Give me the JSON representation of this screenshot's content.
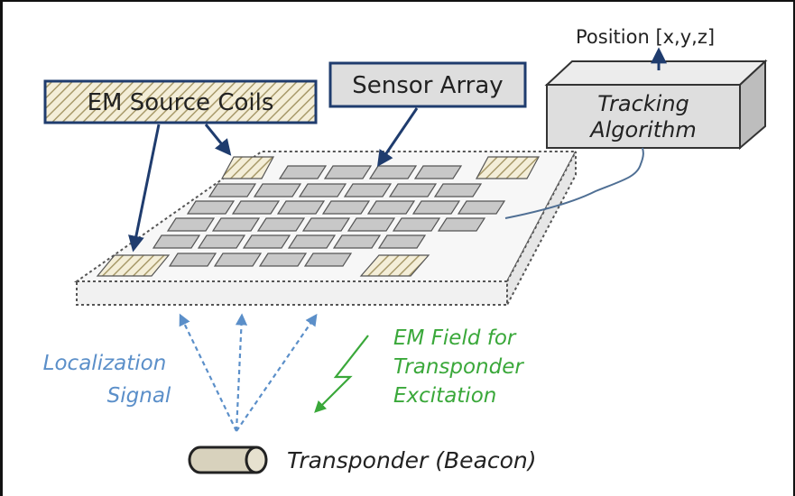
{
  "labels": {
    "em_source_coils": "EM Source Coils",
    "sensor_array": "Sensor Array",
    "position": "Position [x,y,z]",
    "tracking_line1": "Tracking",
    "tracking_line2": "Algorithm",
    "localization_line1": "Localization",
    "localization_line2": "Signal",
    "em_field_line1": "EM Field for",
    "em_field_line2": "Transponder",
    "em_field_line3": "Excitation",
    "transponder": "Transponder (Beacon)"
  },
  "colors": {
    "arrow_navy": "#1f3c6e",
    "localization_blue": "#5b8fc9",
    "em_field_green": "#3aa83a",
    "sensor_fill": "#c8c8c8",
    "box_fill": "#dedede",
    "transponder_fill": "#d8d2bd"
  }
}
